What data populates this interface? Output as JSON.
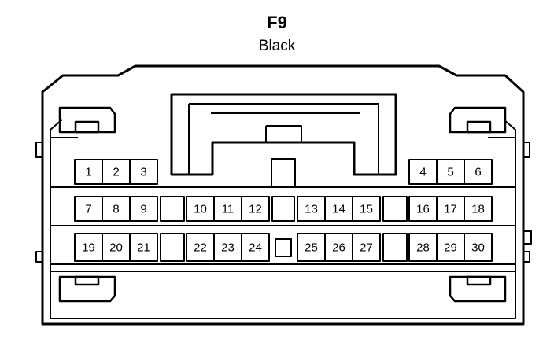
{
  "connector": {
    "code": "F9",
    "color": "Black"
  },
  "pins": {
    "row1": [
      "1",
      "2",
      "3",
      "4",
      "5",
      "6"
    ],
    "row2": [
      "7",
      "8",
      "9",
      "10",
      "11",
      "12",
      "13",
      "14",
      "15",
      "16",
      "17",
      "18"
    ],
    "row3": [
      "19",
      "20",
      "21",
      "22",
      "23",
      "24",
      "25",
      "26",
      "27",
      "28",
      "29",
      "30"
    ]
  },
  "colors": {
    "stroke": "#000000",
    "background": "#ffffff"
  }
}
